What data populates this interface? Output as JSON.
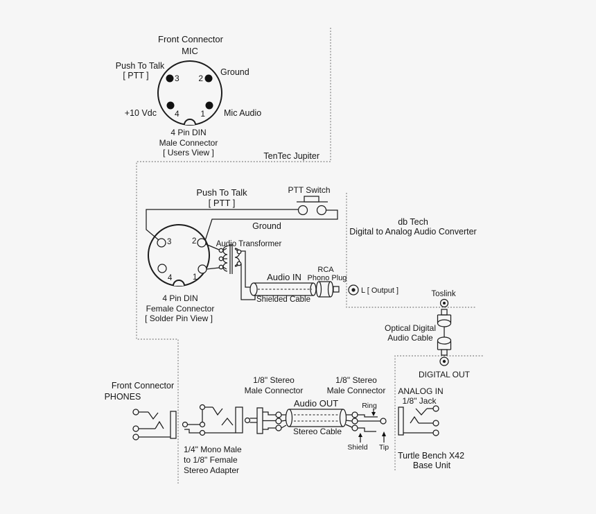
{
  "colors": {
    "background": "#f6f6f6",
    "line": "#1c1c1c",
    "dashed_boundary": "#7a7a7a",
    "text": "#161616"
  },
  "mic": {
    "title1": "Front Connector",
    "title2": "MIC",
    "pin3_label1": "Push To Talk",
    "pin3_label2": "[ PTT ]",
    "pin2_label": "Ground",
    "pin4_label": "+10 Vdc",
    "pin1_label": "Mic Audio",
    "n1": "1",
    "n2": "2",
    "n3": "3",
    "n4": "4",
    "caption1": "4 Pin DIN",
    "caption2": "Male Connector",
    "caption3": "[ Users View ]"
  },
  "tentec": {
    "label": "TenTec Jupiter"
  },
  "ptt": {
    "line1": "Push To Talk",
    "line2": "[ PTT ]",
    "switch_label": "PTT Switch",
    "ground": "Ground"
  },
  "din_female": {
    "n1": "1",
    "n2": "2",
    "n3": "3",
    "n4": "4",
    "caption1": "4 Pin DIN",
    "caption2": "Female Connector",
    "caption3": "[ Solder Pin View ]"
  },
  "transformer": {
    "label": "Audio Transformer"
  },
  "audio_in": {
    "label": "Audio IN",
    "rca1": "RCA",
    "rca2": "Phono Plug",
    "cable": "Shielded Cable"
  },
  "dbtech": {
    "name1": "db Tech",
    "name2": "Digital to Analog Audio Converter",
    "output": "L [ Output ]",
    "toslink": "Toslink"
  },
  "optical": {
    "line1": "Optical Digital",
    "line2": "Audio Cable"
  },
  "turtle": {
    "digital_out": "DIGITAL OUT",
    "analog_in": "ANALOG IN",
    "jack": "1/8\" Jack",
    "name1": "Turtle Bench X42",
    "name2": "Base Unit"
  },
  "phones": {
    "title1": "Front Connector",
    "title2": "PHONES"
  },
  "adapter": {
    "line1": "1/4\" Mono Male",
    "line2": "to 1/8\" Female",
    "line3": "Stereo Adapter"
  },
  "stereo": {
    "left1": "1/8\" Stereo",
    "left2": "Male Connector",
    "right1": "1/8\" Stereo",
    "right2": "Male Connector",
    "audio_out": "Audio OUT",
    "cable": "Stereo Cable",
    "ring": "Ring",
    "shield": "Shield",
    "tip": "Tip"
  }
}
